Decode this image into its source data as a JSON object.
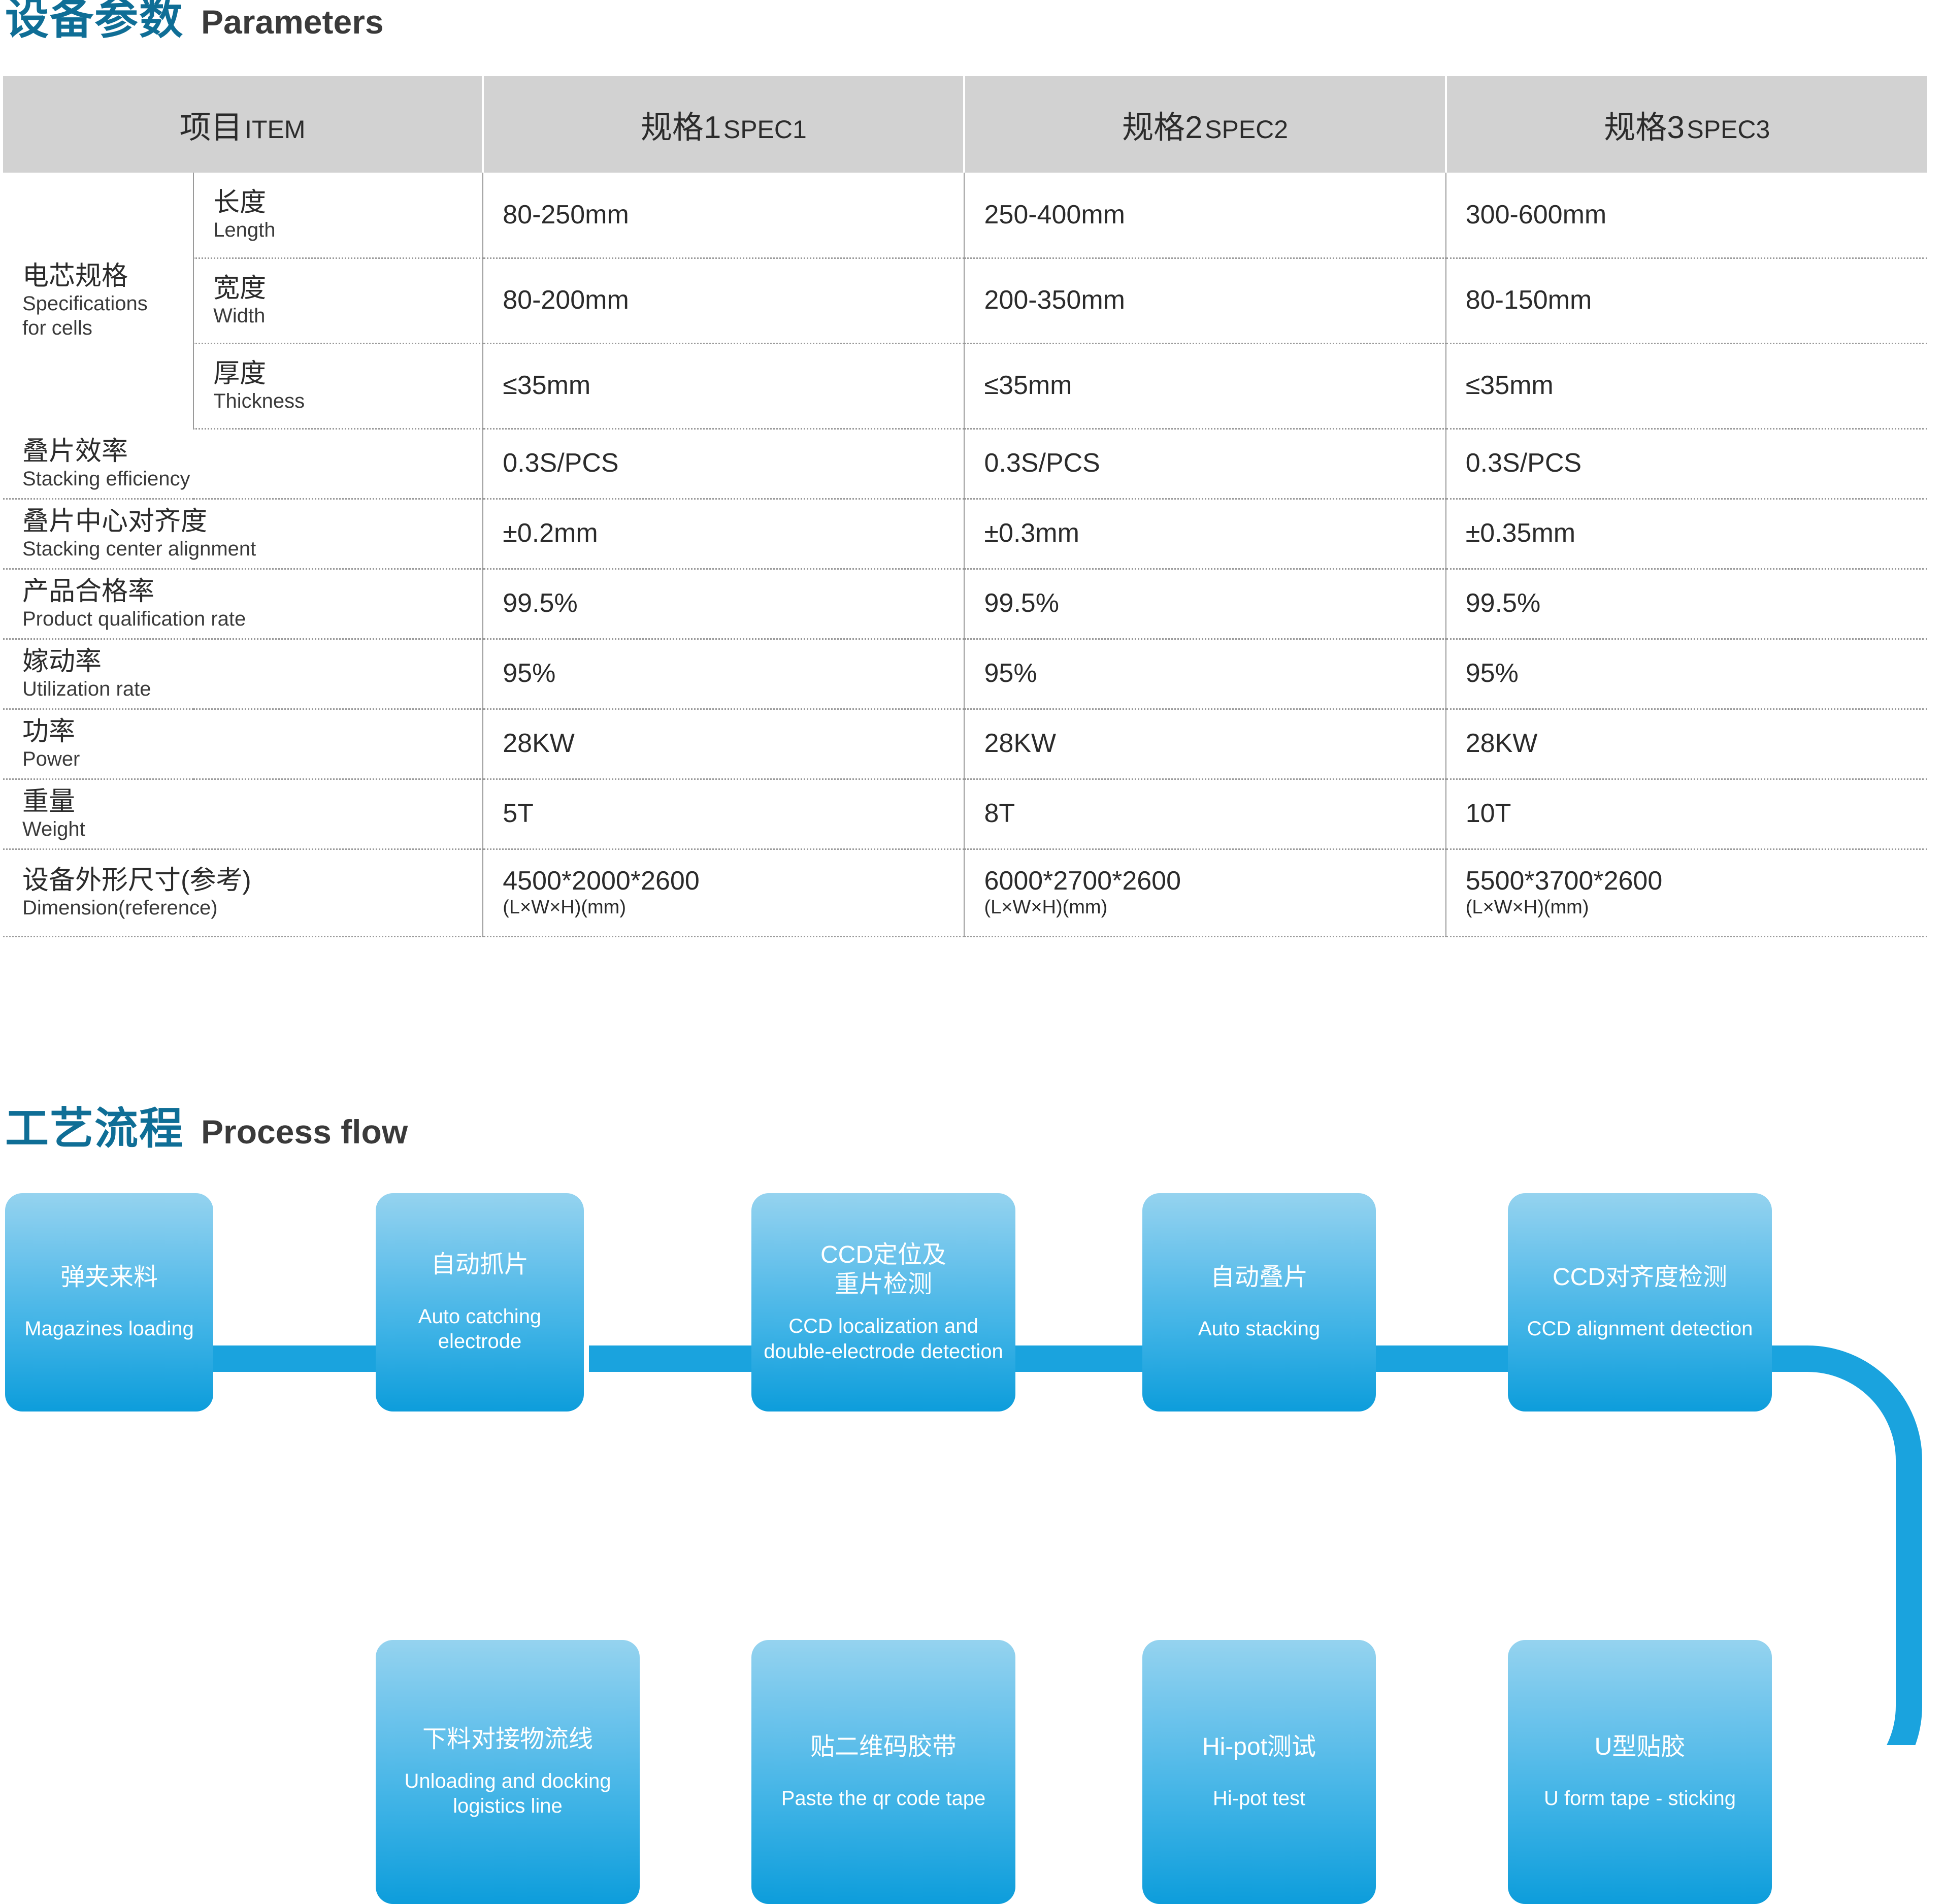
{
  "sections": {
    "parameters": {
      "cn": "设备参数",
      "en": "Parameters"
    },
    "process": {
      "cn": "工艺流程",
      "en": "Process flow"
    }
  },
  "colors": {
    "heading_blue": "#0f6e96",
    "heading_dark": "#3a3a3a",
    "table_header_bg": "#d2d2d2",
    "flow_box_top": "#95d3ef",
    "flow_box_bottom": "#0d9ddb",
    "connector": "#1aa3de"
  },
  "table": {
    "headers": [
      {
        "cn": "项目",
        "en": "ITEM"
      },
      {
        "cn": "规格1",
        "en": "SPEC1"
      },
      {
        "cn": "规格2",
        "en": "SPEC2"
      },
      {
        "cn": "规格3",
        "en": "SPEC3"
      }
    ],
    "group": {
      "cn": "电芯规格",
      "en_line1": "Specifications",
      "en_line2": "for cells"
    },
    "rows": [
      {
        "sub_cn": "长度",
        "sub_en": "Length",
        "spec1": "80-250mm",
        "spec2": "250-400mm",
        "spec3": "300-600mm"
      },
      {
        "sub_cn": "宽度",
        "sub_en": "Width",
        "spec1": "80-200mm",
        "spec2": "200-350mm",
        "spec3": "80-150mm"
      },
      {
        "sub_cn": "厚度",
        "sub_en": "Thickness",
        "spec1": "≤35mm",
        "spec2": "≤35mm",
        "spec3": "≤35mm"
      }
    ],
    "simple_rows": [
      {
        "cn": "叠片效率",
        "en": "Stacking efficiency",
        "spec1": "0.3S/PCS",
        "spec2": "0.3S/PCS",
        "spec3": "0.3S/PCS"
      },
      {
        "cn": "叠片中心对齐度",
        "en": "Stacking center alignment",
        "spec1": "±0.2mm",
        "spec2": "±0.3mm",
        "spec3": "±0.35mm"
      },
      {
        "cn": "产品合格率",
        "en": "Product qualification rate",
        "spec1": "99.5%",
        "spec2": "99.5%",
        "spec3": "99.5%"
      },
      {
        "cn": "嫁动率",
        "en": "Utilization rate",
        "spec1": "95%",
        "spec2": "95%",
        "spec3": "95%"
      },
      {
        "cn": "功率",
        "en": "Power",
        "spec1": "28KW",
        "spec2": "28KW",
        "spec3": "28KW"
      },
      {
        "cn": "重量",
        "en": "Weight",
        "spec1": "5T",
        "spec2": "8T",
        "spec3": "10T"
      }
    ],
    "dimension_row": {
      "cn": "设备外形尺寸(参考)",
      "en": "Dimension(reference)",
      "spec1": "4500*2000*2600",
      "spec1_sub": "(L×W×H)(mm)",
      "spec2": "6000*2700*2600",
      "spec2_sub": "(L×W×H)(mm)",
      "spec3": "5500*3700*2600",
      "spec3_sub": "(L×W×H)(mm)"
    }
  },
  "flow": {
    "row1": [
      {
        "cn": "弹夹来料",
        "en": "Magazines loading"
      },
      {
        "cn": "自动抓片",
        "en": "Auto catching\nelectrode"
      },
      {
        "cn": "CCD定位及\n重片检测",
        "en": "CCD localization and\ndouble-electrode detection"
      },
      {
        "cn": "自动叠片",
        "en": "Auto stacking"
      },
      {
        "cn": "CCD对齐度检测",
        "en": "CCD alignment detection"
      }
    ],
    "row2": [
      {
        "cn": "下料对接物流线",
        "en": "Unloading and docking\nlogistics line"
      },
      {
        "cn": "贴二维码胶带",
        "en": "Paste the qr code tape"
      },
      {
        "cn": "Hi-pot测试",
        "en": "Hi-pot test"
      },
      {
        "cn": "U型贴胶",
        "en": "U form tape - sticking"
      }
    ]
  }
}
